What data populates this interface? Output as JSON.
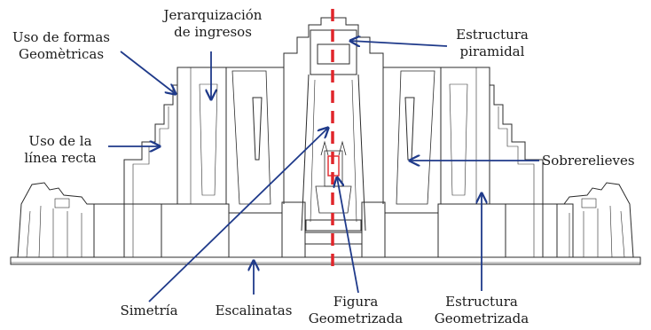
{
  "colors": {
    "arrow": "#1f3a8a",
    "axis": "#e0262b",
    "line": "#2b2b2b",
    "background": "#ffffff"
  },
  "labels": {
    "jerarquizacion_1": "Jerarquización",
    "jerarquizacion_2": "de ingresos",
    "formas_1": "Uso de formas",
    "formas_2": "Geomètricas",
    "linea_1": "Uso de la",
    "linea_2": "línea recta",
    "piramidal_1": "Estructura",
    "piramidal_2": "piramidal",
    "sobrerelieves": "Sobrerelieves",
    "simetria": "Simetría",
    "escalinatas": "Escalinatas",
    "figura_1": "Figura",
    "figura_2": "Geometrizada",
    "geometrizada_1": "Estructura",
    "geometrizada_2": "Geometrizada"
  }
}
